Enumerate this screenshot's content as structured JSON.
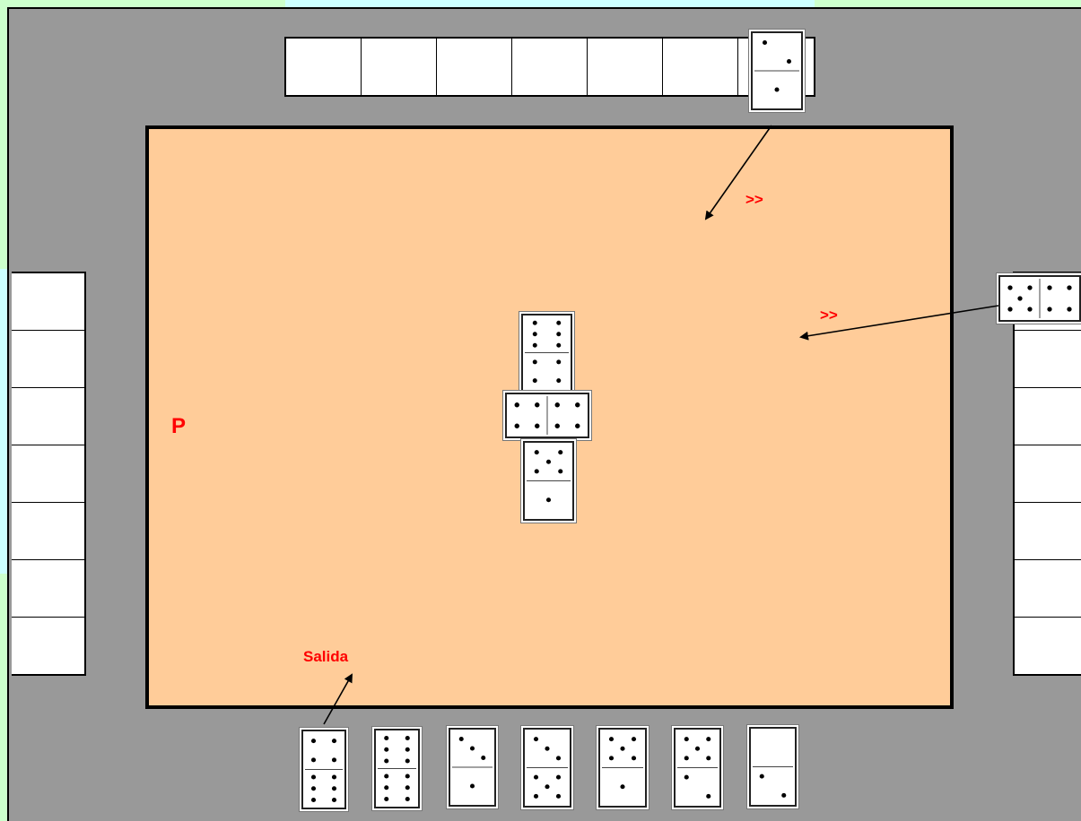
{
  "labels": {
    "top_arrow": ">>",
    "right_arrow": ">>",
    "player_marker": "P",
    "exit": "Salida"
  },
  "colors": {
    "table": "#ffcc99",
    "board": "#999999",
    "label": "#ff0000"
  },
  "slots": {
    "top_count": 7,
    "left_count": 7,
    "right_count": 7
  },
  "tiles": {
    "top_player": [
      2,
      1
    ],
    "right_player": [
      5,
      4
    ],
    "table_chain": [
      [
        6,
        4
      ],
      [
        4,
        4
      ],
      [
        5,
        1
      ]
    ],
    "hand": [
      [
        4,
        6
      ],
      [
        6,
        6
      ],
      [
        3,
        1
      ],
      [
        3,
        5
      ],
      [
        5,
        1
      ],
      [
        5,
        2
      ],
      [
        0,
        2
      ]
    ]
  }
}
